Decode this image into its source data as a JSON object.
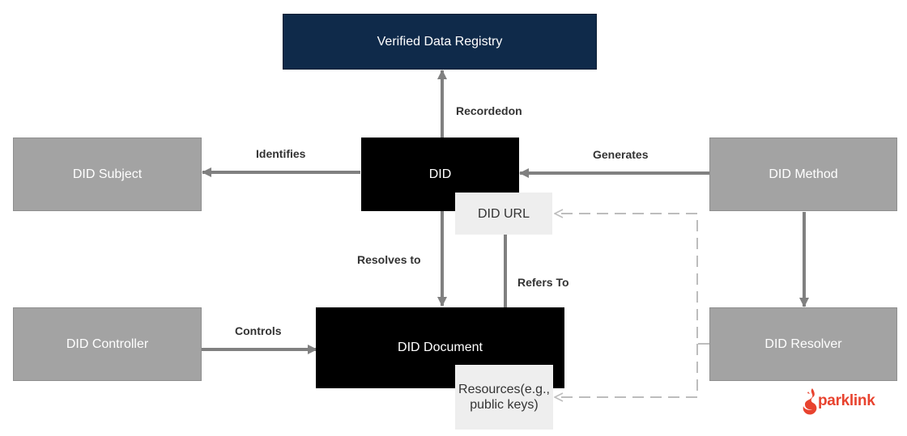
{
  "nodes": {
    "registry": "Verified Data Registry",
    "did": "DID",
    "did_url": "DID URL",
    "subject": "DID Subject",
    "method": "DID Method",
    "controller": "DID Controller",
    "document": "DID Document",
    "resolver": "DID Resolver",
    "resources": "Resources(e.g., public keys)"
  },
  "edges": {
    "recorded_on": "Recordedon",
    "identifies": "Identifies",
    "generates": "Generates",
    "resolves_to": "Resolves to",
    "refers_to": "Refers To",
    "controls": "Controls"
  },
  "logo": {
    "text": "parklink",
    "icon": "flame-s-logo-icon",
    "color": "#e8432f"
  },
  "colors": {
    "navy": "#0f2a4a",
    "black": "#000000",
    "gray_box": "#a3a3a3",
    "light_box": "#eeeeee",
    "arrow": "#808080",
    "dashed": "#bdbdbd"
  }
}
